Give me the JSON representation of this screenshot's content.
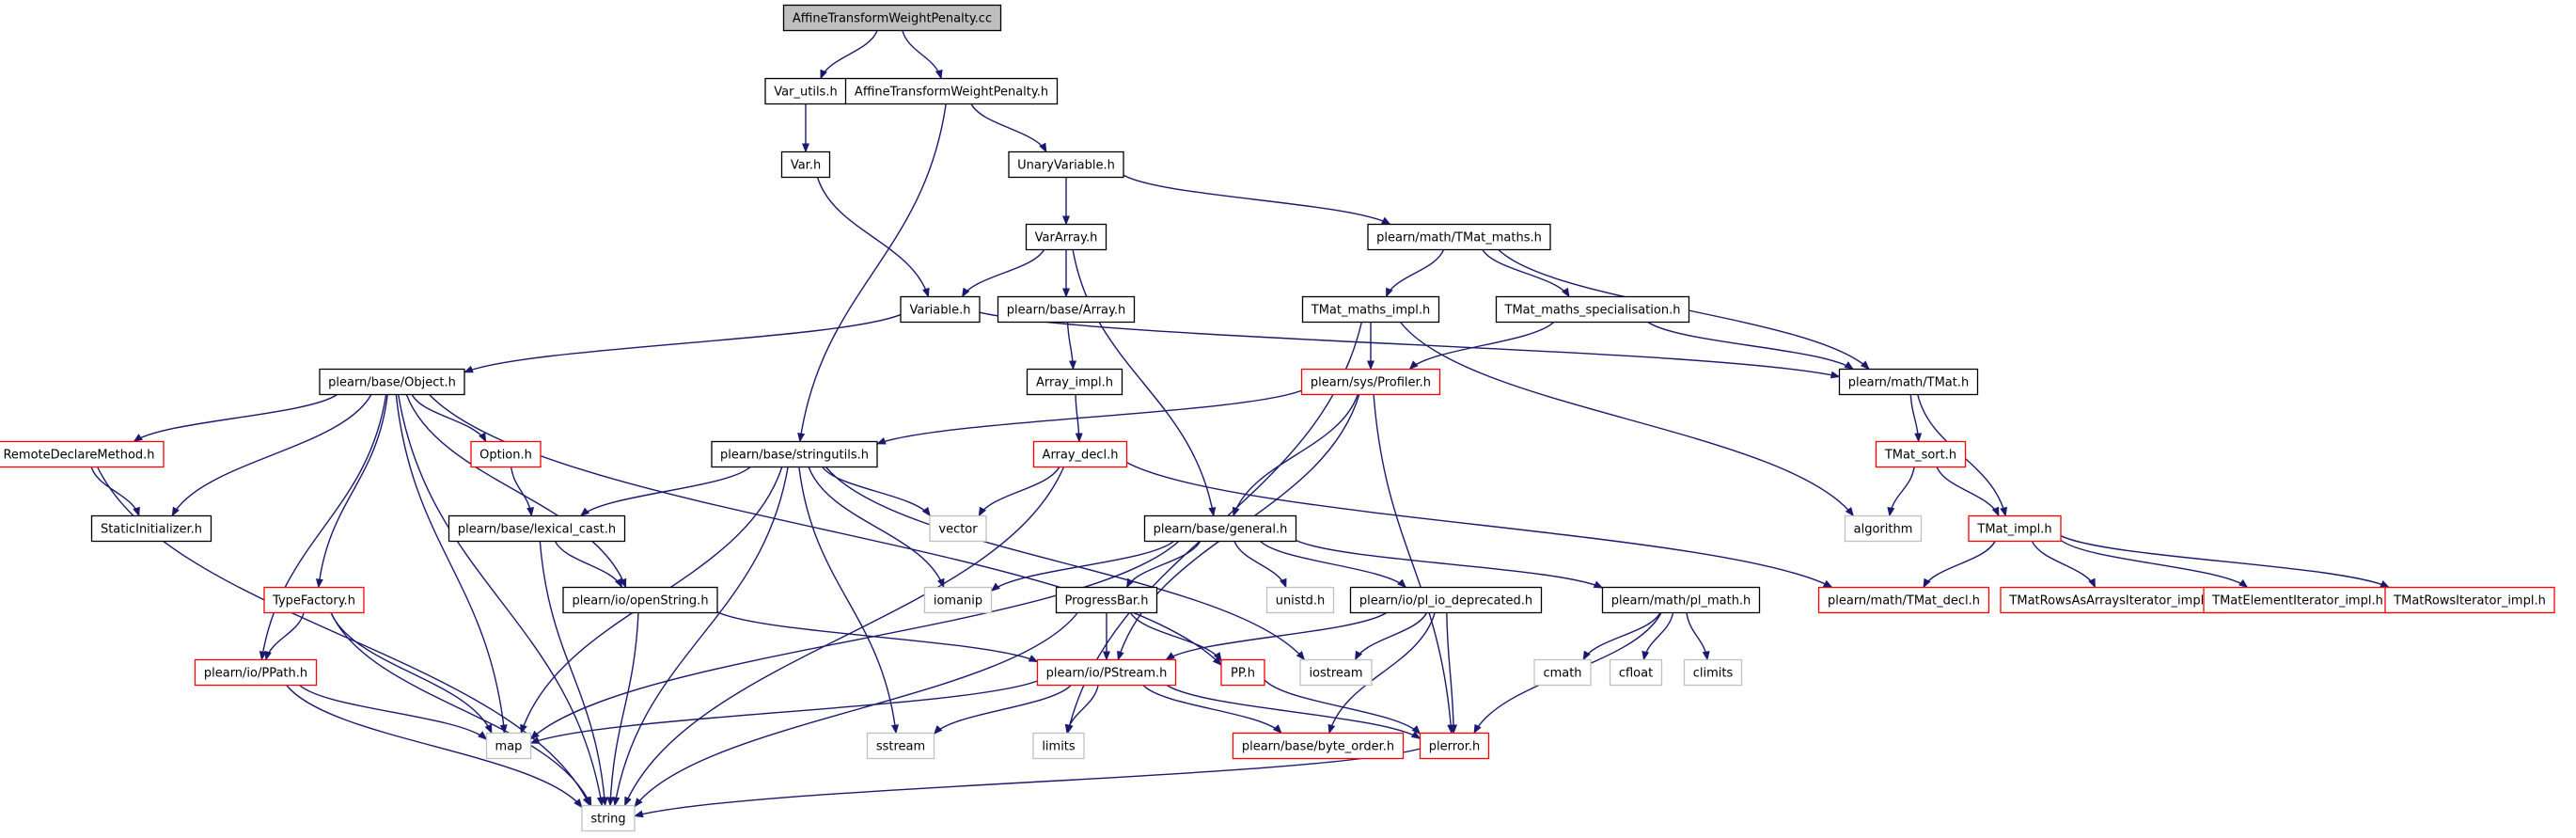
{
  "colors": {
    "root_fill": "#bfbfbf",
    "node_fill": "#ffffff",
    "border_black": "#000000",
    "border_red": "#ff0000",
    "border_gray": "#bfbfbf",
    "edge": "#191970"
  },
  "nodes": [
    {
      "id": "root",
      "label": "AffineTransformWeightPenalty.cc",
      "style": "root",
      "icon": ""
    },
    {
      "id": "var_utils",
      "label": "Var_utils.h",
      "style": "normal"
    },
    {
      "id": "atwp_h",
      "label": "AffineTransformWeightPenalty.h",
      "style": "normal"
    },
    {
      "id": "var_h",
      "label": "Var.h",
      "style": "normal"
    },
    {
      "id": "unaryvar",
      "label": "UnaryVariable.h",
      "style": "normal"
    },
    {
      "id": "vararray",
      "label": "VarArray.h",
      "style": "normal"
    },
    {
      "id": "tmat_maths",
      "label": "plearn/math/TMat_maths.h",
      "style": "normal"
    },
    {
      "id": "variable",
      "label": "Variable.h",
      "style": "normal"
    },
    {
      "id": "base_array",
      "label": "plearn/base/Array.h",
      "style": "normal"
    },
    {
      "id": "tmat_maths_impl",
      "label": "TMat_maths_impl.h",
      "style": "normal"
    },
    {
      "id": "tmat_maths_spec",
      "label": "TMat_maths_specialisation.h",
      "style": "normal"
    },
    {
      "id": "object",
      "label": "plearn/base/Object.h",
      "style": "normal"
    },
    {
      "id": "array_impl",
      "label": "Array_impl.h",
      "style": "normal"
    },
    {
      "id": "profiler",
      "label": "plearn/sys/Profiler.h",
      "style": "red"
    },
    {
      "id": "tmat",
      "label": "plearn/math/TMat.h",
      "style": "normal"
    },
    {
      "id": "remote",
      "label": "RemoteDeclareMethod.h",
      "style": "red"
    },
    {
      "id": "option",
      "label": "Option.h",
      "style": "red"
    },
    {
      "id": "stringutils",
      "label": "plearn/base/stringutils.h",
      "style": "normal"
    },
    {
      "id": "array_decl",
      "label": "Array_decl.h",
      "style": "red"
    },
    {
      "id": "tmat_sort",
      "label": "TMat_sort.h",
      "style": "red"
    },
    {
      "id": "static_init",
      "label": "StaticInitializer.h",
      "style": "normal"
    },
    {
      "id": "lexical",
      "label": "plearn/base/lexical_cast.h",
      "style": "normal"
    },
    {
      "id": "vector",
      "label": "vector",
      "style": "gray"
    },
    {
      "id": "general",
      "label": "plearn/base/general.h",
      "style": "normal"
    },
    {
      "id": "algorithm",
      "label": "algorithm",
      "style": "gray"
    },
    {
      "id": "tmat_impl",
      "label": "TMat_impl.h",
      "style": "red"
    },
    {
      "id": "typefactory",
      "label": "TypeFactory.h",
      "style": "red"
    },
    {
      "id": "openstring",
      "label": "plearn/io/openString.h",
      "style": "normal"
    },
    {
      "id": "iomanip",
      "label": "iomanip",
      "style": "gray"
    },
    {
      "id": "progressbar",
      "label": "ProgressBar.h",
      "style": "normal"
    },
    {
      "id": "unistd",
      "label": "unistd.h",
      "style": "gray"
    },
    {
      "id": "pl_io_dep",
      "label": "plearn/io/pl_io_deprecated.h",
      "style": "normal"
    },
    {
      "id": "pl_math",
      "label": "plearn/math/pl_math.h",
      "style": "normal"
    },
    {
      "id": "tmat_decl",
      "label": "plearn/math/TMat_decl.h",
      "style": "red"
    },
    {
      "id": "tmat_rows_arr",
      "label": "TMatRowsAsArraysIterator_impl.h",
      "style": "red"
    },
    {
      "id": "tmat_elem",
      "label": "TMatElementIterator_impl.h",
      "style": "red"
    },
    {
      "id": "tmat_rows",
      "label": "TMatRowsIterator_impl.h",
      "style": "red"
    },
    {
      "id": "ppath",
      "label": "plearn/io/PPath.h",
      "style": "red"
    },
    {
      "id": "pstream",
      "label": "plearn/io/PStream.h",
      "style": "red"
    },
    {
      "id": "pp_h",
      "label": "PP.h",
      "style": "red"
    },
    {
      "id": "iostream",
      "label": "iostream",
      "style": "gray"
    },
    {
      "id": "cmath",
      "label": "cmath",
      "style": "gray"
    },
    {
      "id": "cfloat",
      "label": "cfloat",
      "style": "gray"
    },
    {
      "id": "climits",
      "label": "climits",
      "style": "gray"
    },
    {
      "id": "map",
      "label": "map",
      "style": "gray"
    },
    {
      "id": "sstream",
      "label": "sstream",
      "style": "gray"
    },
    {
      "id": "limits",
      "label": "limits",
      "style": "gray"
    },
    {
      "id": "byte_order",
      "label": "plearn/base/byte_order.h",
      "style": "red"
    },
    {
      "id": "plerror",
      "label": "plerror.h",
      "style": "red"
    },
    {
      "id": "string",
      "label": "string",
      "style": "gray"
    }
  ],
  "edges": [
    [
      "root",
      "var_utils"
    ],
    [
      "root",
      "atwp_h"
    ],
    [
      "var_utils",
      "var_h"
    ],
    [
      "var_h",
      "variable"
    ],
    [
      "atwp_h",
      "unaryvar"
    ],
    [
      "atwp_h",
      "stringutils"
    ],
    [
      "unaryvar",
      "vararray"
    ],
    [
      "unaryvar",
      "tmat_maths"
    ],
    [
      "vararray",
      "variable"
    ],
    [
      "vararray",
      "base_array"
    ],
    [
      "vararray",
      "general"
    ],
    [
      "tmat_maths",
      "tmat_maths_impl"
    ],
    [
      "tmat_maths",
      "tmat_maths_spec"
    ],
    [
      "tmat_maths",
      "tmat"
    ],
    [
      "variable",
      "object"
    ],
    [
      "variable",
      "tmat"
    ],
    [
      "base_array",
      "array_impl"
    ],
    [
      "array_impl",
      "array_decl"
    ],
    [
      "tmat_maths_impl",
      "profiler"
    ],
    [
      "tmat_maths_impl",
      "limits"
    ],
    [
      "tmat_maths_impl",
      "algorithm"
    ],
    [
      "tmat_maths_spec",
      "profiler"
    ],
    [
      "tmat_maths_spec",
      "tmat"
    ],
    [
      "object",
      "remote"
    ],
    [
      "object",
      "static_init"
    ],
    [
      "object",
      "option"
    ],
    [
      "object",
      "typefactory"
    ],
    [
      "object",
      "ppath"
    ],
    [
      "object",
      "map"
    ],
    [
      "object",
      "string"
    ],
    [
      "object",
      "openstring"
    ],
    [
      "object",
      "pp_h"
    ],
    [
      "remote",
      "static_init"
    ],
    [
      "remote",
      "string"
    ],
    [
      "option",
      "lexical"
    ],
    [
      "profiler",
      "stringutils"
    ],
    [
      "profiler",
      "general"
    ],
    [
      "profiler",
      "pstream"
    ],
    [
      "profiler",
      "plerror"
    ],
    [
      "tmat",
      "tmat_sort"
    ],
    [
      "tmat",
      "tmat_impl"
    ],
    [
      "tmat_sort",
      "algorithm"
    ],
    [
      "tmat_sort",
      "tmat_impl"
    ],
    [
      "tmat_impl",
      "tmat_decl"
    ],
    [
      "tmat_impl",
      "tmat_rows_arr"
    ],
    [
      "tmat_impl",
      "tmat_elem"
    ],
    [
      "tmat_impl",
      "tmat_rows"
    ],
    [
      "stringutils",
      "lexical"
    ],
    [
      "stringutils",
      "vector"
    ],
    [
      "stringutils",
      "iomanip"
    ],
    [
      "stringutils",
      "map"
    ],
    [
      "stringutils",
      "string"
    ],
    [
      "stringutils",
      "sstream"
    ],
    [
      "stringutils",
      "iostream"
    ],
    [
      "array_decl",
      "vector"
    ],
    [
      "array_decl",
      "string"
    ],
    [
      "array_decl",
      "tmat_decl"
    ],
    [
      "lexical",
      "openstring"
    ],
    [
      "lexical",
      "string"
    ],
    [
      "openstring",
      "pstream"
    ],
    [
      "openstring",
      "string"
    ],
    [
      "general",
      "iomanip"
    ],
    [
      "general",
      "progressbar"
    ],
    [
      "general",
      "unistd"
    ],
    [
      "general",
      "pl_io_dep"
    ],
    [
      "general",
      "pl_math"
    ],
    [
      "general",
      "map"
    ],
    [
      "typefactory",
      "ppath"
    ],
    [
      "typefactory",
      "map"
    ],
    [
      "typefactory",
      "string"
    ],
    [
      "ppath",
      "map"
    ],
    [
      "ppath",
      "string"
    ],
    [
      "progressbar",
      "pstream"
    ],
    [
      "progressbar",
      "pp_h"
    ],
    [
      "progressbar",
      "string"
    ],
    [
      "pl_io_dep",
      "pstream"
    ],
    [
      "pl_io_dep",
      "iostream"
    ],
    [
      "pl_io_dep",
      "byte_order"
    ],
    [
      "pl_io_dep",
      "plerror"
    ],
    [
      "pl_math",
      "cmath"
    ],
    [
      "pl_math",
      "cfloat"
    ],
    [
      "pl_math",
      "climits"
    ],
    [
      "pl_math",
      "plerror"
    ],
    [
      "pstream",
      "map"
    ],
    [
      "pstream",
      "sstream"
    ],
    [
      "pstream",
      "limits"
    ],
    [
      "pstream",
      "byte_order"
    ],
    [
      "pstream",
      "plerror"
    ],
    [
      "pp_h",
      "plerror"
    ],
    [
      "plerror",
      "string"
    ]
  ]
}
